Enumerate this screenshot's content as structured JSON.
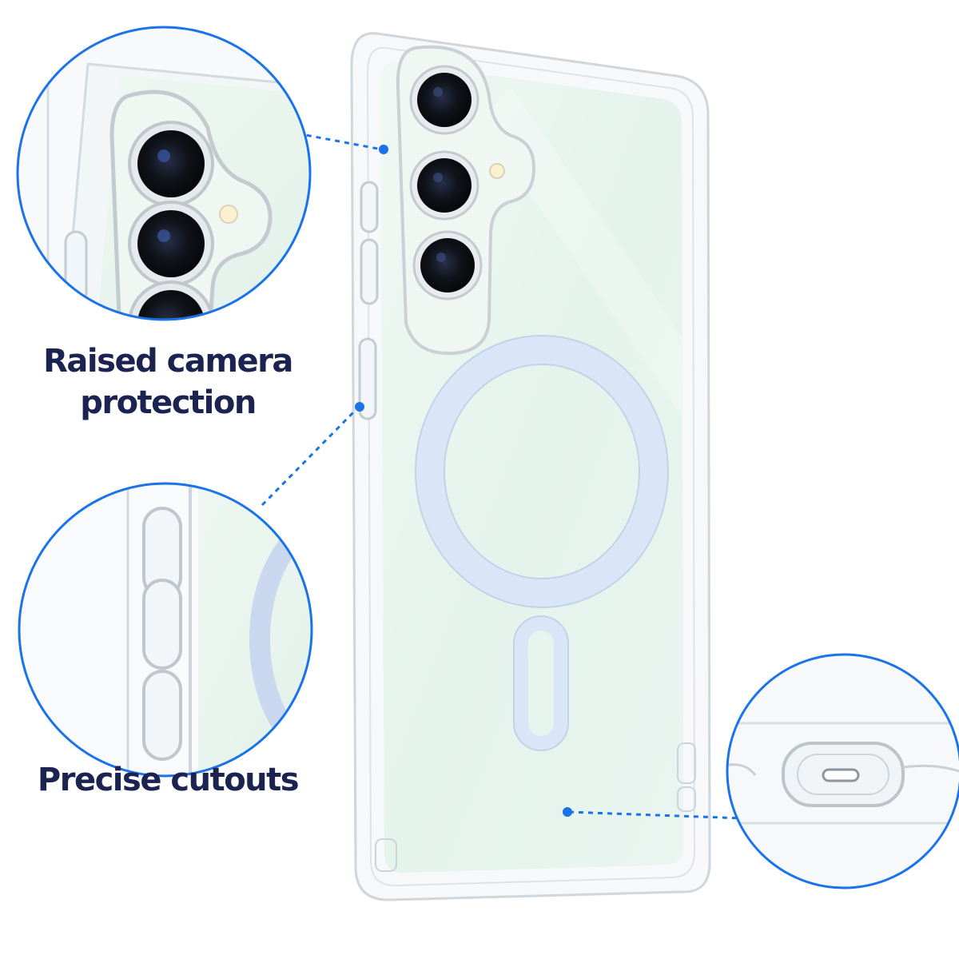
{
  "features": {
    "camera": {
      "line1": "Raised camera",
      "line2": "protection"
    },
    "cutouts": {
      "label": "Precise cutouts"
    }
  },
  "colors": {
    "accent_blue": "#1a73e8",
    "caption_navy": "#1b2350",
    "back_tint": "#e6f4ee",
    "lens_dark": "#111418",
    "magsafe_ring": "#c9dcf5"
  }
}
